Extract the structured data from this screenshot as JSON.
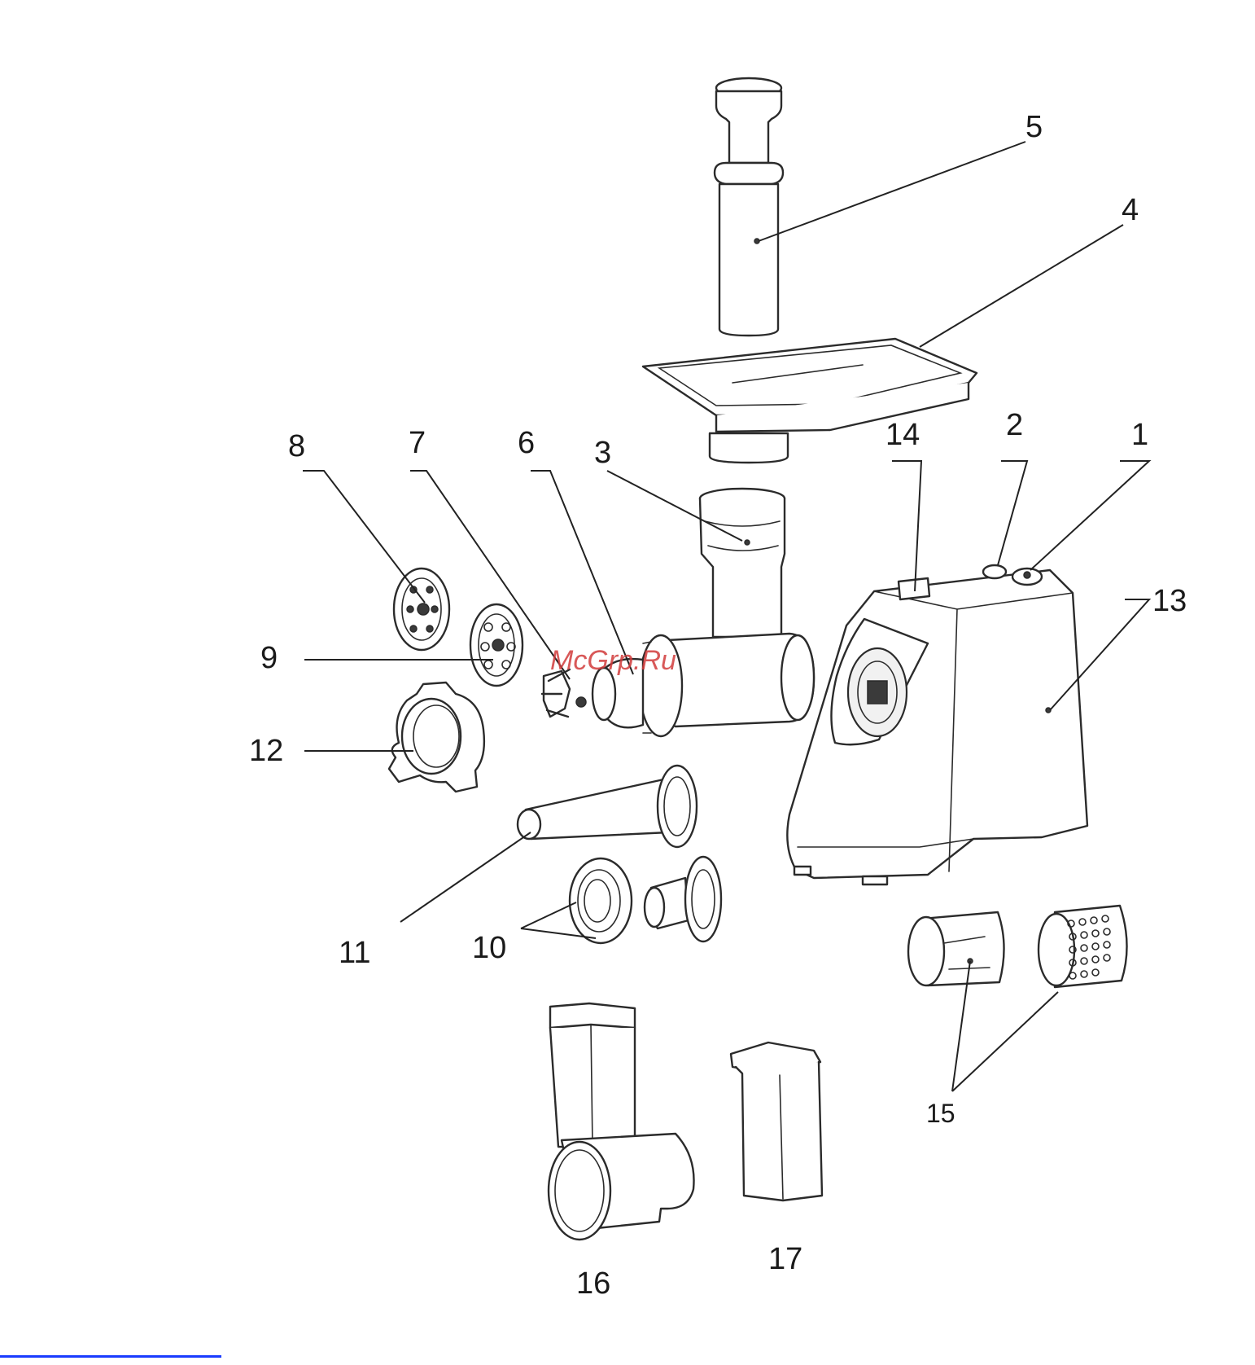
{
  "labels": {
    "l1": "1",
    "l2": "2",
    "l3": "3",
    "l4": "4",
    "l5": "5",
    "l6": "6",
    "l7": "7",
    "l8": "8",
    "l9": "9",
    "l10": "10",
    "l11": "11",
    "l12": "12",
    "l13": "13",
    "l14": "14",
    "l15": "15",
    "l16": "16",
    "l17": "17"
  },
  "watermark": "McGrp.Ru",
  "colors": {
    "line": "#2b2b2b",
    "watermark": "#d23c3c",
    "link_bar": "#1a3cff"
  }
}
